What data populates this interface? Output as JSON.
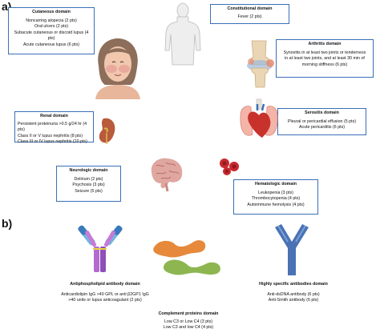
{
  "panel_labels": {
    "a": "a)",
    "b": "b)"
  },
  "cutaneous": {
    "title": "Cutaneous domain",
    "items": [
      "Noncarring alopecia (2 pts)",
      "Oral ulcers (2 pts)",
      "Subacute cutaneous or discoid lupus (4 pts)",
      "Acute cutaneous lupus (6 pts)"
    ]
  },
  "constitutional": {
    "title": "Constitutional domain",
    "items": [
      "Fever (2 pts)"
    ]
  },
  "arthritis": {
    "title": "Arthritis domain",
    "items": [
      "Synovitis in at least two joints or tenderness",
      "in at least two joints, and at least 30 min of",
      "morning stiffness (6 pts)"
    ]
  },
  "renal": {
    "title": "Renal domain",
    "items": [
      "Persistent proteinuria >0.5 g/24 hr (4 pts)",
      "Class II or V lupus nephritis (8 pts)",
      "Class III or IV lupus nephritis (10 pts)"
    ]
  },
  "serositis": {
    "title": "Serositis domain",
    "items": [
      "Pleural or pericardial effusion (5 pts)",
      "Acute pericarditis (6 pts)"
    ]
  },
  "neurologic": {
    "title": "Neurologic domain",
    "items": [
      "Delirium (2 pts)",
      "Psychosis (3 pts)",
      "Seizure (5 pts)"
    ]
  },
  "hematologic": {
    "title": "Hematologic domain",
    "items": [
      "Leukopenia (3 pts)",
      "Thrombocytopenia (4 pts)",
      "Autoimmune hemolysis (4 pts)"
    ]
  },
  "antiphospholipid": {
    "title": "Antiphospholipid antibody domain",
    "items": [
      "Anticardiolipin IgG >40 GPL or anti β2GP1 IgG",
      ">40 units or lupus anticoagulant (2 pts)"
    ]
  },
  "antibodies": {
    "title": "Highly specific antibodies domain",
    "items": [
      "Anti-dsDNA antibody (6 pts)",
      "Anti-Smith antibody (6 pts)"
    ]
  },
  "complement": {
    "title": "Complement proteins domain",
    "items": [
      "Low C3 or Low C4 (3 pts)",
      "Low C3 and low C4 (4 pts)"
    ]
  },
  "icons": [
    "woman-face-icon",
    "human-silhouette-icon",
    "knee-joint-icon",
    "kidney-icon",
    "heart-lungs-icon",
    "brain-icon",
    "red-blood-cells-icon",
    "antiphospholipid-antibody-icon",
    "complement-protein-icon",
    "y-antibody-icon"
  ],
  "colors": {
    "box_border": "#3a6fb7"
  }
}
